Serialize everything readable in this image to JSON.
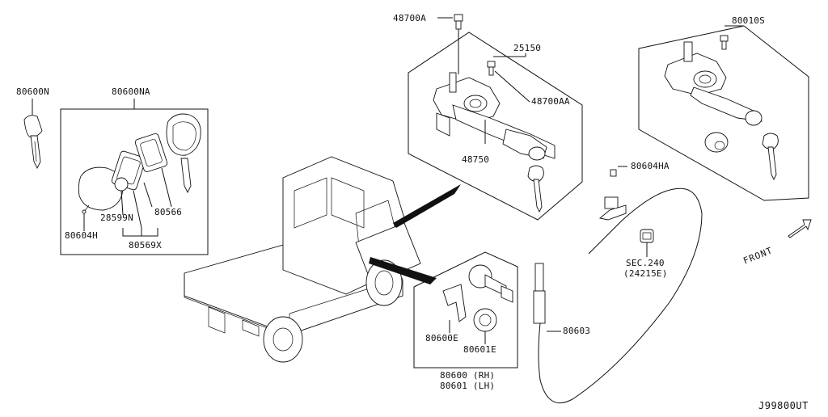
{
  "parts": {
    "key_single": "80600N",
    "key_set": "80600NA",
    "bolt_a": "48700A",
    "steering_lock": "25150",
    "bolt_aa": "48700AA",
    "lock_body": "48750",
    "kit_assy": "80010S",
    "clip_ha": "80604HA",
    "sec_line1": "SEC.240",
    "sec_line2": "(24215E)",
    "transmitter_case": "28599N",
    "case_cover": "80566",
    "screw": "80604H",
    "case_set": "80569X",
    "retainer": "80600E",
    "seal": "80601E",
    "door_rh": "80600 (RH)",
    "door_lh": "80601 (LH)",
    "rod": "80603"
  },
  "front_label": "FRONT",
  "diagram_code": "J99800UT"
}
